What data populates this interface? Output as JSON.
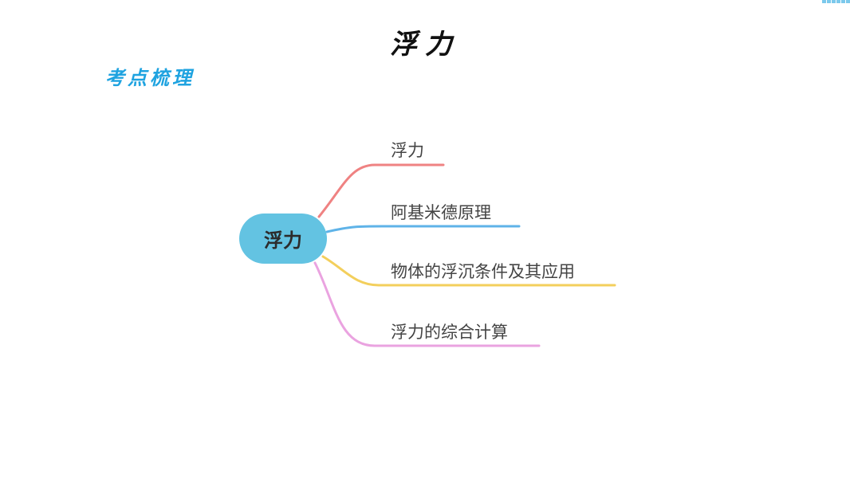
{
  "page": {
    "title": "浮力",
    "section_title": "考点梳理"
  },
  "mindmap": {
    "root": {
      "label": "浮力",
      "color": "#63c3e2"
    },
    "branches": [
      {
        "label": "浮力",
        "color": "#ef8282"
      },
      {
        "label": "阿基米德原理",
        "color": "#5fb3e8"
      },
      {
        "label": "物体的浮沉条件及其应用",
        "color": "#f3cf5c"
      },
      {
        "label": "浮力的综合计算",
        "color": "#eaa3e0"
      }
    ]
  },
  "colors": {
    "title": "#111111",
    "section_title": "#1fa3e0",
    "accent_bar": "#7cc9ec"
  }
}
